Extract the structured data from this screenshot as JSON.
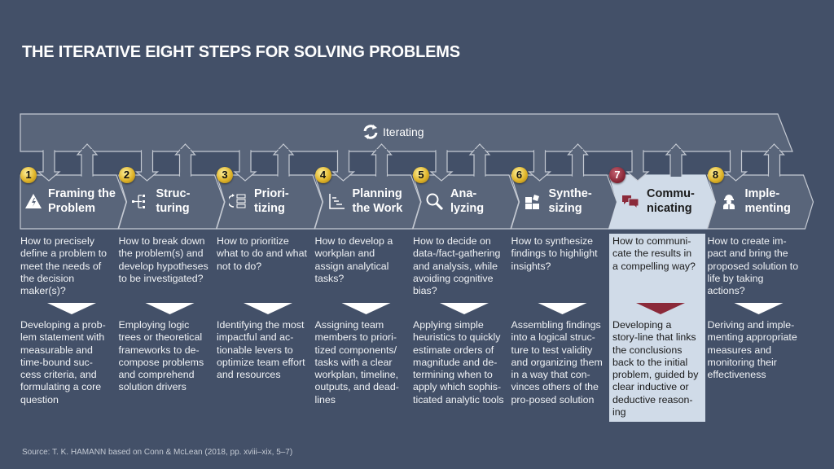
{
  "title": "THE ITERATIVE EIGHT STEPS FOR SOLVING PROBLEMS",
  "loop_label": "Iterating",
  "colors": {
    "background": "#435068",
    "box": "#59657a",
    "highlight": "#d0dbe8",
    "accent": "#8b2a3a",
    "badge": "#e0b52a"
  },
  "steps": [
    {
      "number": "1",
      "label": "Framing the\nProblem",
      "icon": "warning-icon",
      "question": "How to precisely\ndefine a problem to\nmeet the needs of\nthe decision\nmaker(s)?",
      "answer": "Developing a prob-\nlem statement with\nmeasurable and\ntime-bound suc-\ncess criteria, and\nformulating a core\nquestion"
    },
    {
      "number": "2",
      "label": "Struc-\nturing",
      "icon": "logic-tree-icon",
      "question": "How to break down\nthe problem(s) and\ndevelop hypotheses\nto be investigated?",
      "answer": "Employing logic\ntrees or theoretical\nframeworks to de-\ncompose problems\nand comprehend\nsolution drivers"
    },
    {
      "number": "3",
      "label": "Priori-\ntizing",
      "icon": "priority-list-icon",
      "question": "How to prioritize\nwhat to do and what\nnot to do?",
      "answer": "Identifying the most\nimpactful and ac-\ntionable levers to\noptimize team effort\nand resources"
    },
    {
      "number": "4",
      "label": "Planning\nthe Work",
      "icon": "workplan-chart-icon",
      "question": "How to develop a\nworkplan and\nassign analytical\ntasks?",
      "answer": "Assigning team\nmembers to priori-\ntized components/\ntasks with a clear\nworkplan, timeline,\noutputs, and dead-\nlines"
    },
    {
      "number": "5",
      "label": "Ana-\nlyzing",
      "icon": "magnifier-icon",
      "question": "How to decide on\ndata-/fact-gathering\nand analysis, while\navoiding cognitive\nbias?",
      "answer": "Applying simple\nheuristics to quickly\nestimate orders of\nmagnitude and de-\ntermining when to\napply which sophis-\nticated analytic tools"
    },
    {
      "number": "6",
      "label": "Synthe-\nsizing",
      "icon": "puzzle-icon",
      "question": "How to synthesize\nfindings to highlight\ninsights?",
      "answer": "Assembling findings\ninto a logical struc-\nture to test validity\nand organizing them\nin a way that con-\nvinces others of the\npro-posed solution"
    },
    {
      "number": "7",
      "label": "Commu-\nnicating",
      "icon": "speech-bubbles-icon",
      "question": "How to communi-\ncate the results in\na compelling way?",
      "answer": "Developing a\nstory-line that links\nthe conclusions\nback to the initial\nproblem, guided by\nclear inductive or\ndeductive reason-\ning",
      "highlighted": true
    },
    {
      "number": "8",
      "label": "Imple-\nmenting",
      "icon": "worker-icon",
      "question": "How to create im-\npact and bring the\nproposed solution to\nlife by taking\nactions?",
      "answer": "Deriving and imple-\nmenting appropriate\nmeasures and\nmonitoring their\neffectiveness"
    }
  ],
  "source": "Source: T. K. HAMANN based on Conn & McLean (2018, pp. xviii–xix, 5–7)"
}
